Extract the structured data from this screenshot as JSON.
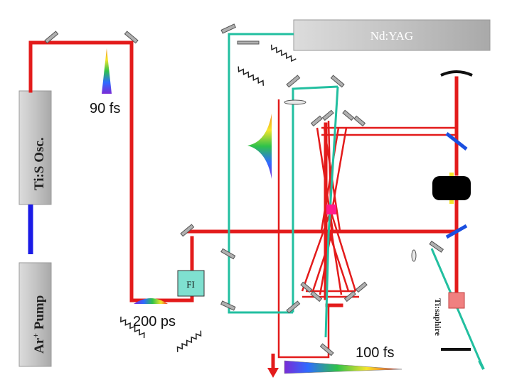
{
  "labels": {
    "nd_yag": "Nd:YAG",
    "ti_s_osc": "Ti:S Osc.",
    "ar_pump": "Ar",
    "ar_pump_sup": "+",
    "ar_pump_suffix": " Pump",
    "fs_90": "90 fs",
    "ps_200": "200 ps",
    "fs_100": "100 fs",
    "fi": "FI",
    "ti_sapphire": "Ti:saphire"
  },
  "colors": {
    "beam_red": "#e31b1b",
    "beam_green": "#22bfa0",
    "pump_blue": "#1a1ae6",
    "box_gray": "#c8c8c8",
    "fi_fill": "#7fe0d0",
    "crystal_pink": "#f08080",
    "focus_magenta": "#ff1a8c"
  }
}
